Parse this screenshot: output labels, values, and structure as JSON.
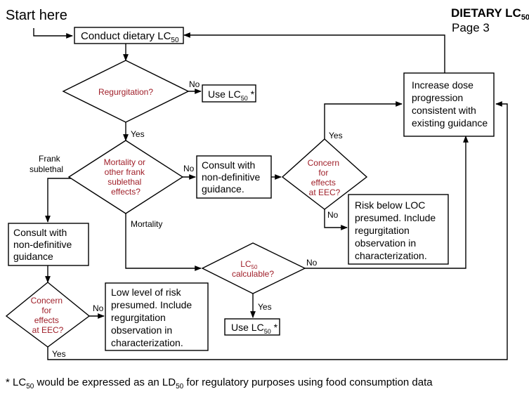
{
  "start_label": "Start here",
  "page_title": {
    "main": "DIETARY LC",
    "sub": "50",
    "page": "Page 3"
  },
  "nodes": {
    "conduct": {
      "line1": "Conduct dietary LC",
      "sub": "50"
    },
    "regurgitation": {
      "label": "Regurgitation?"
    },
    "use_lc50_top": {
      "text": "Use LC",
      "sub": "50",
      "suffix": " *"
    },
    "mortality_q": {
      "lines": [
        "Mortality or",
        "other frank",
        "sublethal",
        "effects?"
      ]
    },
    "consult_mid": {
      "lines": [
        "Consult with",
        "non-definitive",
        "guidance."
      ]
    },
    "concern_right": {
      "lines": [
        "Concern",
        "for",
        "effects",
        "at EEC?"
      ]
    },
    "increase_dose": {
      "lines": [
        "Increase dose",
        "progression",
        "consistent with",
        "existing guidance"
      ]
    },
    "risk_below_loc": {
      "lines": [
        "Risk below LOC",
        "presumed.  Include",
        "regurgitation",
        "observation in",
        "characterization."
      ]
    },
    "consult_left": {
      "lines": [
        "Consult with",
        "non-definitive",
        "guidance"
      ]
    },
    "lc50_calc": {
      "text": "LC",
      "sub": "50",
      "line2": "calculable?"
    },
    "use_lc50_bottom": {
      "text": "Use LC",
      "sub": "50",
      "suffix": "  *"
    },
    "concern_left": {
      "lines": [
        "Concern",
        "for",
        "effects",
        "at EEC?"
      ]
    },
    "low_risk": {
      "lines": [
        "Low level of risk",
        "presumed.  Include",
        "regurgitation",
        "observation in",
        "characterization."
      ]
    }
  },
  "edge_labels": {
    "regurg_no": "No",
    "regurg_yes": "Yes",
    "frank_sublethal": [
      "Frank",
      "sublethal"
    ],
    "mortality_no": "No",
    "mortality": "Mortality",
    "concern_right_yes": "Yes",
    "concern_right_no": "No",
    "lc50_no": "No",
    "lc50_yes": "Yes",
    "concern_left_no": "No",
    "concern_left_yes": "Yes"
  },
  "footnote": {
    "prefix": "* LC",
    "sub": "50",
    "rest": " would be expressed as an LD",
    "sub2": "50",
    "end": " for regulatory purposes using food consumption data"
  },
  "colors": {
    "question_text": "#a0202a",
    "lines": "#000000"
  }
}
